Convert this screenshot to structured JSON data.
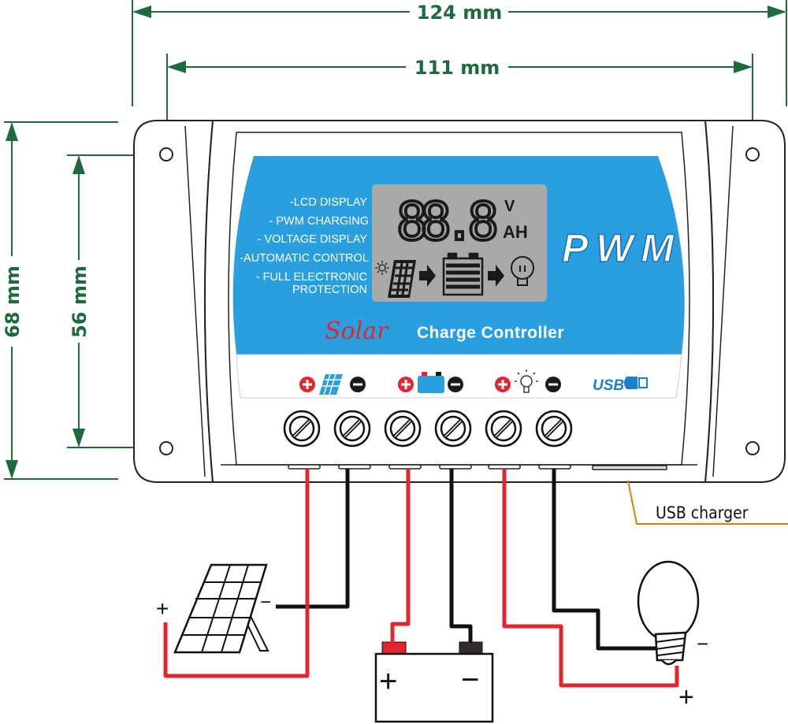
{
  "dimensions": {
    "overall_width": "124 mm",
    "hole_spacing_width": "111 mm",
    "overall_height": "68 mm",
    "hole_spacing_height": "56 mm"
  },
  "panel": {
    "features": [
      "-LCD DISPLAY",
      "- PWM CHARGING",
      "- VOLTAGE DISPLAY",
      "-AUTOMATIC CONTROL",
      "- FULL ELECTRONIC",
      "PROTECTION"
    ],
    "lcd_digits": "88.8",
    "lcd_unit_voltage": "V",
    "lcd_unit_capacity": "AH",
    "badge": "PWM",
    "title_script": "Solar",
    "title": "Charge Controller",
    "usb_logo": "USB",
    "terminal_groups": [
      "solar-panel",
      "battery",
      "load"
    ],
    "colors": {
      "panel_blue": "#2a9fe0",
      "lcd_gray": "#a9a9a9",
      "plus_red": "#e0262e",
      "wire_red": "#e0262e",
      "wire_black": "#111111",
      "dimension_green": "#1d6b3c",
      "usb_callout_orange": "#e07b16"
    }
  },
  "callouts": {
    "usb": "USB charger"
  },
  "wiring": {
    "solar_plus": "+",
    "solar_minus": "−",
    "battery_plus": "+",
    "battery_minus": "−",
    "load_plus": "+",
    "load_minus": "−"
  }
}
